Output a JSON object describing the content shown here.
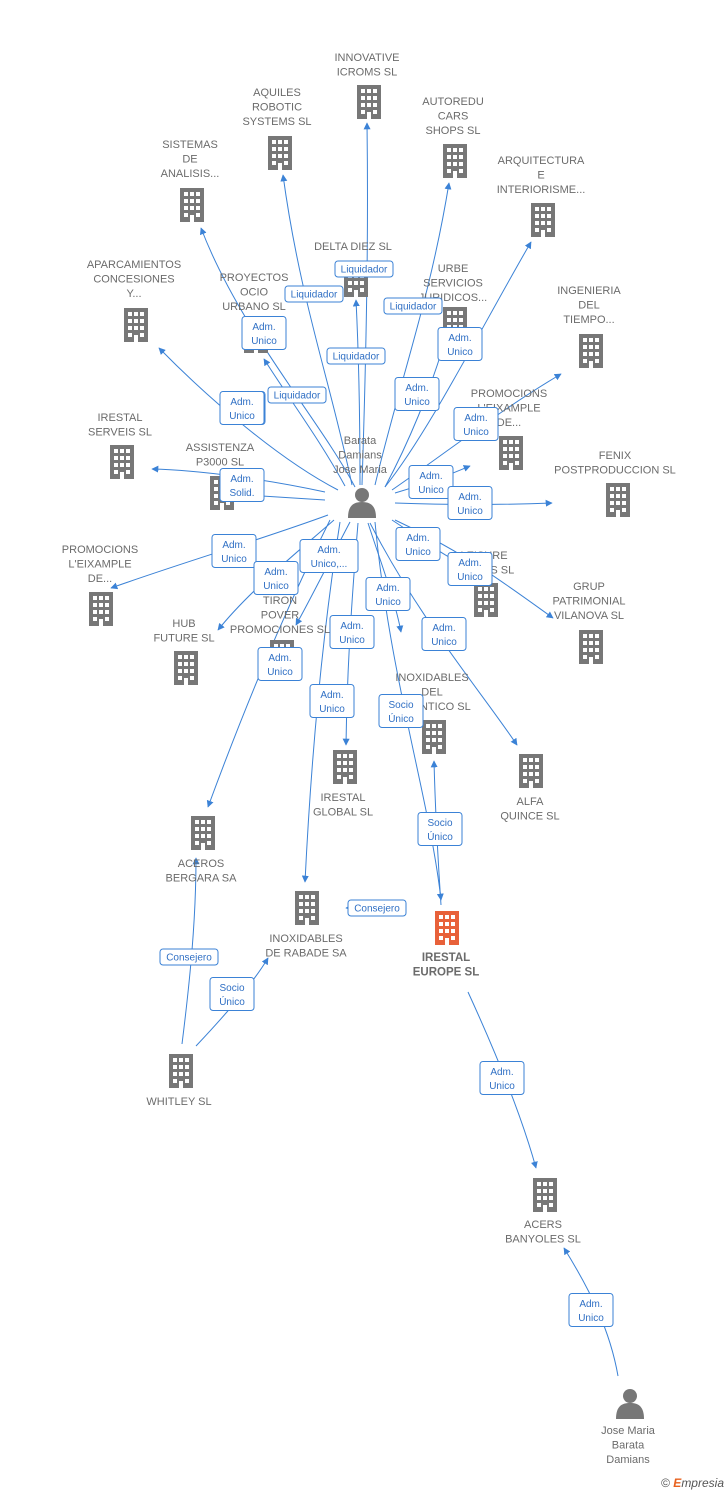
{
  "colors": {
    "edge": "#3b82d6",
    "node": "#777777",
    "main_node": "#e8613a",
    "label": "#6b6b6b"
  },
  "nodes": [
    {
      "id": "person_center",
      "type": "person",
      "label": [
        "Barata",
        "Damians",
        "Jose Maria"
      ]
    },
    {
      "id": "innovative",
      "type": "company",
      "label": [
        "INNOVATIVE",
        "ICROMS SL"
      ]
    },
    {
      "id": "aquiles",
      "type": "company",
      "label": [
        "AQUILES",
        "ROBOTIC",
        "SYSTEMS SL"
      ]
    },
    {
      "id": "autoredu",
      "type": "company",
      "label": [
        "AUTOREDU",
        "CARS",
        "SHOPS SL"
      ]
    },
    {
      "id": "sistemas",
      "type": "company",
      "label": [
        "SISTEMAS",
        "DE",
        "ANALISIS..."
      ]
    },
    {
      "id": "arquitectura",
      "type": "company",
      "label": [
        "ARQUITECTURA",
        "E",
        "INTERIORISME..."
      ]
    },
    {
      "id": "delta",
      "type": "company",
      "label": [
        "DELTA DIEZ SL"
      ]
    },
    {
      "id": "aparcamientos",
      "type": "company",
      "label": [
        "APARCAMIENTOS",
        "CONCESIONES",
        "Y..."
      ]
    },
    {
      "id": "proyectos",
      "type": "company",
      "label": [
        "PROYECTOS",
        "OCIO",
        "URBANO SL"
      ]
    },
    {
      "id": "urbe",
      "type": "company",
      "label": [
        "URBE",
        "SERVICIOS",
        "JURIDICOS..."
      ]
    },
    {
      "id": "ingenieria",
      "type": "company",
      "label": [
        "INGENIERIA",
        "DEL",
        "TIEMPO..."
      ]
    },
    {
      "id": "irestal_serveis",
      "type": "company",
      "label": [
        "IRESTAL",
        "SERVEIS SL"
      ]
    },
    {
      "id": "promocions_eix1",
      "type": "company",
      "label": [
        "PROMOCIONS",
        "L'EIXAMPLE",
        "DE..."
      ]
    },
    {
      "id": "assistenza",
      "type": "company",
      "label": [
        "ASSISTENZA",
        "P3000 SL"
      ]
    },
    {
      "id": "fenix",
      "type": "company",
      "label": [
        "FENIX",
        "POSTPRODUCCION SL"
      ]
    },
    {
      "id": "promocions_eix2",
      "type": "company",
      "label": [
        "PROMOCIONS",
        "L'EIXAMPLE",
        "DE..."
      ]
    },
    {
      "id": "leisure",
      "type": "company",
      "label": [
        "LEISURE",
        "EVENTS SL"
      ]
    },
    {
      "id": "grup",
      "type": "company",
      "label": [
        "GRUP",
        "PATRIMONIAL",
        "VILANOVA SL"
      ]
    },
    {
      "id": "tiron",
      "type": "company",
      "label": [
        "TIRON",
        "POVER",
        "PROMOCIONES SL"
      ]
    },
    {
      "id": "hub",
      "type": "company",
      "label": [
        "HUB",
        "FUTURE SL"
      ]
    },
    {
      "id": "inox_atlantico",
      "type": "company",
      "label": [
        "INOXIDABLES",
        "DEL",
        "ATLANTICO SL"
      ]
    },
    {
      "id": "irestal_global",
      "type": "company",
      "label": [
        "IRESTAL",
        "GLOBAL SL"
      ]
    },
    {
      "id": "alfa",
      "type": "company",
      "label": [
        "ALFA",
        "QUINCE SL"
      ]
    },
    {
      "id": "aceros",
      "type": "company",
      "label": [
        "ACEROS",
        "BERGARA SA"
      ]
    },
    {
      "id": "inox_rabade",
      "type": "company",
      "label": [
        "INOXIDABLES",
        "DE RABADE SA"
      ]
    },
    {
      "id": "irestal_europe",
      "type": "main",
      "label": [
        "IRESTAL",
        "EUROPE  SL"
      ]
    },
    {
      "id": "whitley",
      "type": "company",
      "label": [
        "WHITLEY SL"
      ]
    },
    {
      "id": "acers",
      "type": "company",
      "label": [
        "ACERS",
        "BANYOLES SL"
      ]
    },
    {
      "id": "person_bottom",
      "type": "person",
      "label": [
        "Jose Maria",
        "Barata",
        "Damians"
      ]
    }
  ],
  "roles": [
    [
      "Liquidador"
    ],
    [
      "Liquidador"
    ],
    [
      "Liquidador"
    ],
    [
      "Liquidador"
    ],
    [
      "Liquidador"
    ],
    [
      "Adm.",
      "Unico"
    ],
    [
      "Adm.",
      "Unico"
    ],
    [
      "Adm.",
      "Unico"
    ],
    [
      "Adm.",
      "Unico"
    ],
    [
      "Adm.",
      "Unico"
    ],
    [
      "Adm.",
      "Unico"
    ],
    [
      "Adm.",
      "Unico"
    ],
    [
      "Adm.",
      "Solid."
    ],
    [
      "Adm.",
      "Unico"
    ],
    [
      "Adm.",
      "Unico"
    ],
    [
      "Adm.",
      "Unico"
    ],
    [
      "Adm.",
      "Unico"
    ],
    [
      "Adm.",
      "Unico"
    ],
    [
      "Adm.",
      "Unico,..."
    ],
    [
      "Adm.",
      "Unico"
    ],
    [
      "Adm.",
      "Unico"
    ],
    [
      "Adm.",
      "Unico"
    ],
    [
      "Adm.",
      "Unico"
    ],
    [
      "Adm.",
      "Unico"
    ],
    [
      "Socio",
      "Único"
    ],
    [
      "Socio",
      "Único"
    ],
    [
      "Consejero"
    ],
    [
      "Consejero"
    ],
    [
      "Socio",
      "Único"
    ],
    [
      "Adm.",
      "Unico"
    ]
  ],
  "footer": {
    "copyright": "©",
    "brand_initial": "E",
    "brand_rest": "mpresia"
  }
}
